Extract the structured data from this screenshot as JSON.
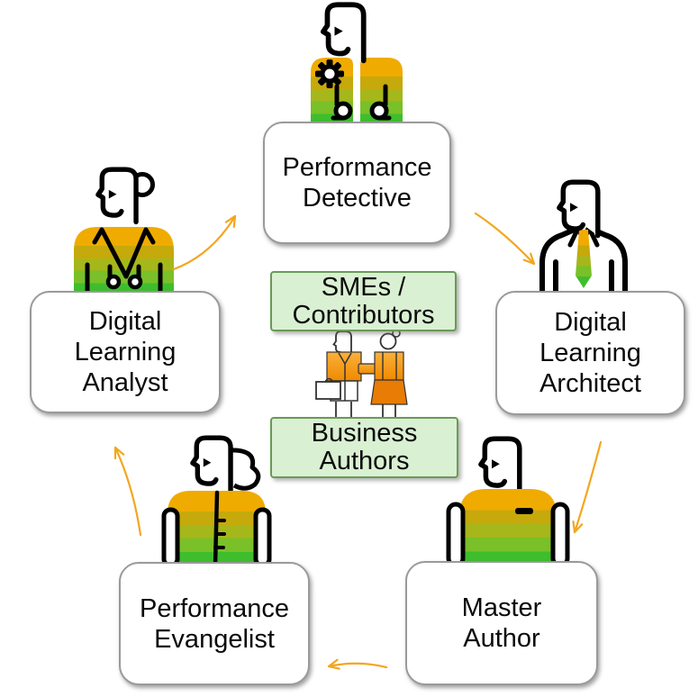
{
  "diagram": {
    "type": "role-cycle-diagram",
    "background": "#FFFFFF"
  },
  "roles": {
    "detective": {
      "name": "Performance Detective",
      "lines": [
        "Performance",
        "Detective"
      ]
    },
    "architect": {
      "name": "Digital Learning Architect",
      "lines": [
        "Digital",
        "Learning",
        "Architect"
      ]
    },
    "master": {
      "name": "Master Author",
      "lines": [
        "Master",
        "Author"
      ]
    },
    "evangelist": {
      "name": "Performance Evangelist",
      "lines": [
        "Performance",
        "Evangelist"
      ]
    },
    "analyst": {
      "name": "Digital Learning Analyst",
      "lines": [
        "Digital",
        "Learning",
        "Analyst"
      ]
    }
  },
  "center": {
    "smes_contributors": {
      "lines": [
        "SMEs /",
        "Contributors"
      ]
    },
    "business_authors": {
      "lines": [
        "Business",
        "Authors"
      ]
    }
  },
  "arrows": [
    {
      "from": "Digital Learning Analyst",
      "to": "Performance Detective"
    },
    {
      "from": "Performance Detective",
      "to": "Digital Learning Architect"
    },
    {
      "from": "Digital Learning Architect",
      "to": "Master Author"
    },
    {
      "from": "Master Author",
      "to": "Performance Evangelist"
    },
    {
      "from": "Performance Evangelist",
      "to": "Digital Learning Analyst"
    }
  ],
  "icons": [
    {
      "name": "gear-icon"
    },
    {
      "name": "magnifier-icon"
    },
    {
      "name": "handshake-people-icon"
    }
  ],
  "colors": {
    "arrow_orange": "#F2A71E",
    "band_orange": "#F0AB00",
    "band_olive": "#C6A90B",
    "band_yellow_green": "#A5B71A",
    "band_light_green": "#7AC028",
    "band_green": "#3FBE2D",
    "center_box_fill": "#D9F0D2",
    "center_box_border": "#699B56",
    "figure_orange": "#F5A21B",
    "figure_dark_orange": "#E87C04"
  }
}
